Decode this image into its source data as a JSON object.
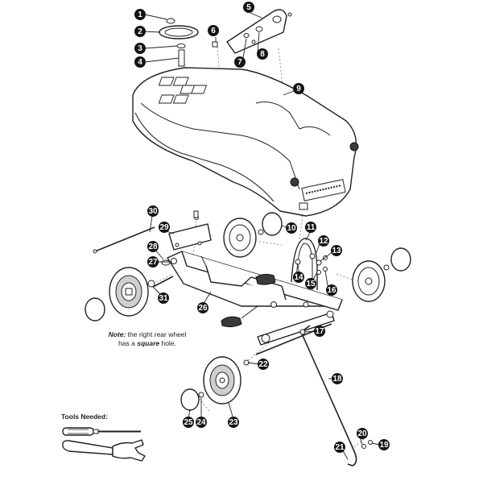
{
  "callouts": [
    "1",
    "2",
    "3",
    "4",
    "5",
    "6",
    "7",
    "8",
    "9",
    "10",
    "11",
    "12",
    "13",
    "14",
    "15",
    "16",
    "17",
    "18",
    "19",
    "20",
    "21",
    "22",
    "23",
    "24",
    "25",
    "26",
    "27",
    "28",
    "29",
    "30",
    "31"
  ],
  "note": {
    "prefix": "Note:",
    "text": " the right rear wheel has a ",
    "emphasis": "square",
    "suffix": " hole."
  },
  "tools_heading": "Tools Needed:",
  "icons": {
    "screwdriver": "screwdriver-icon",
    "wrench": "adjustable-wrench-icon"
  }
}
